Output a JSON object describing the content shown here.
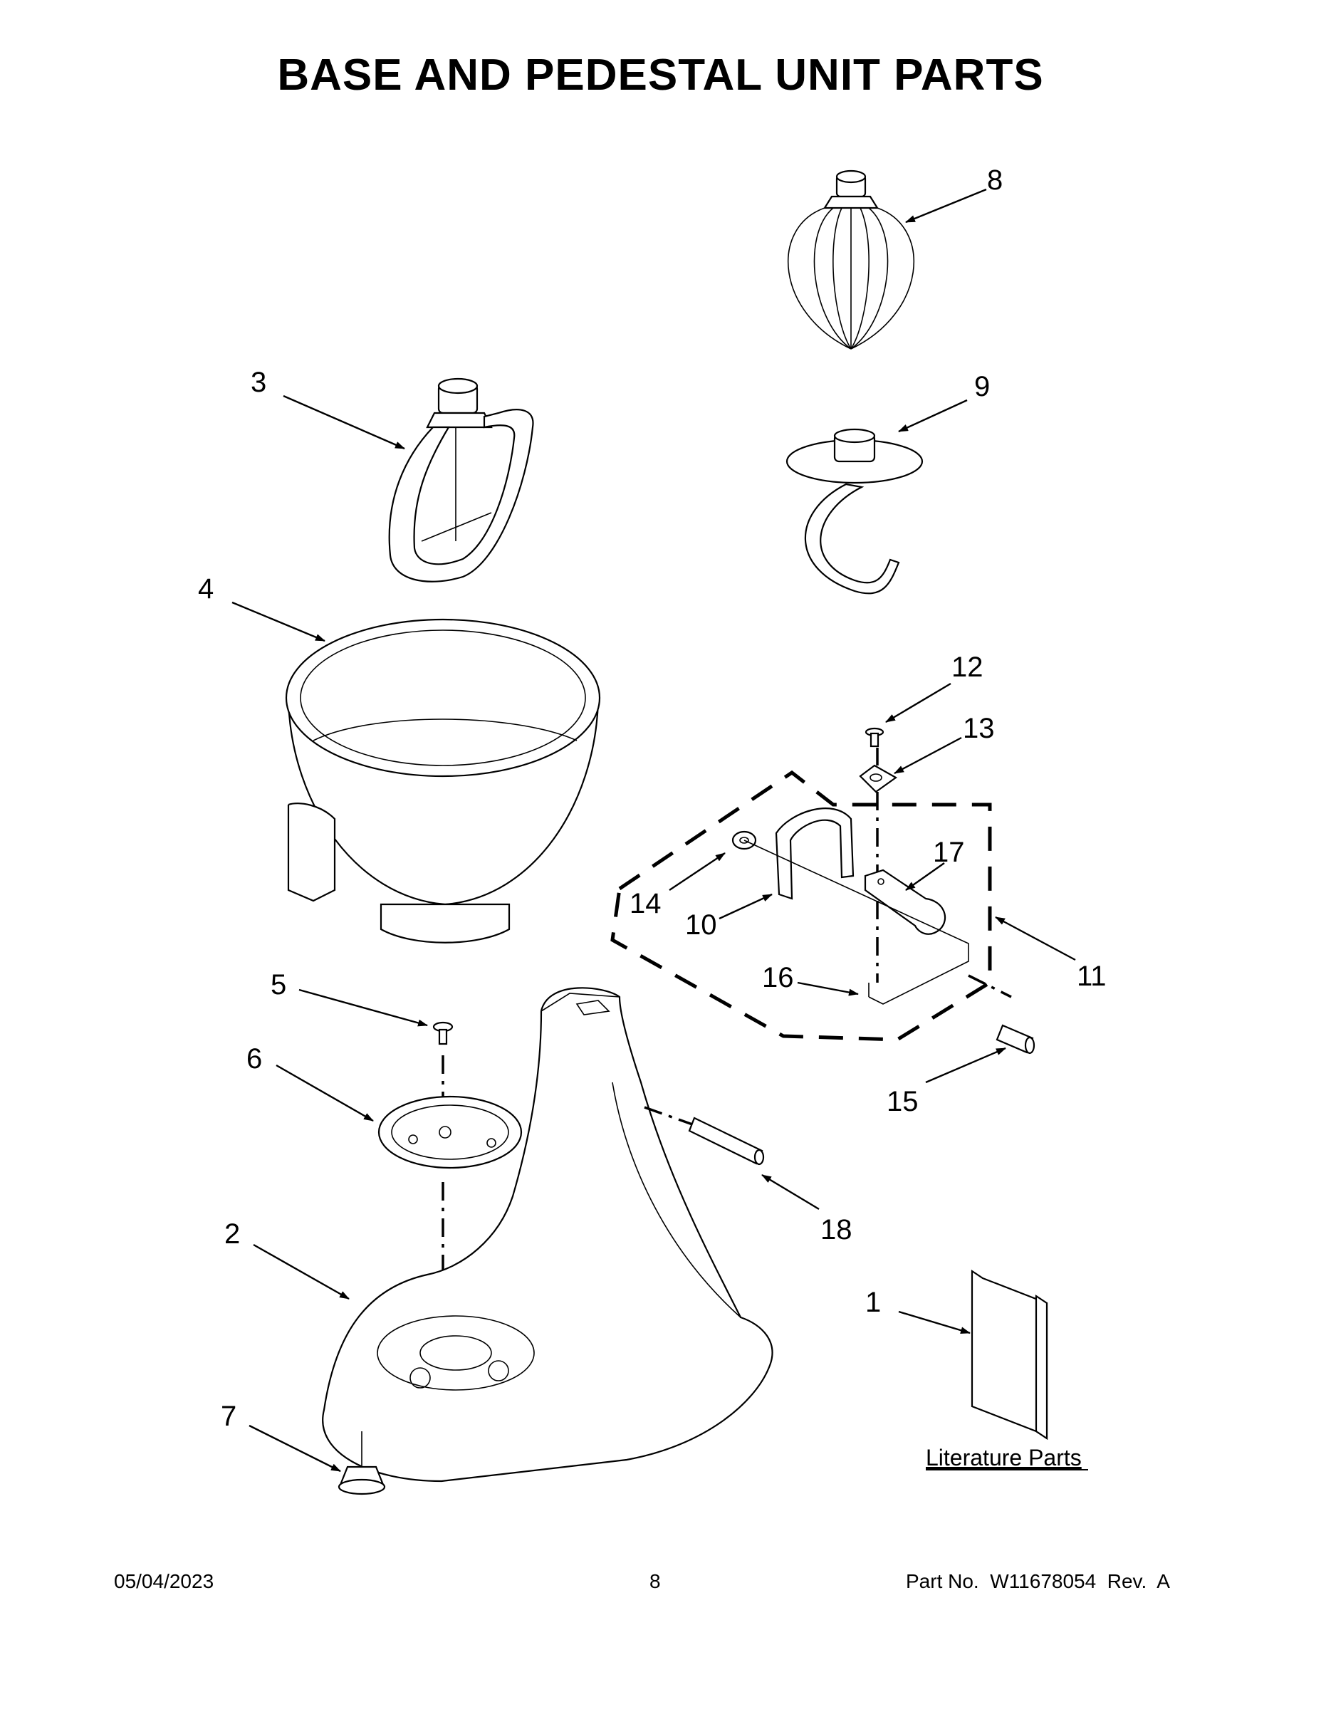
{
  "page": {
    "title": "BASE AND PEDESTAL UNIT PARTS"
  },
  "callouts": [
    "1",
    "2",
    "3",
    "4",
    "5",
    "6",
    "7",
    "8",
    "9",
    "10",
    "11",
    "12",
    "13",
    "14",
    "15",
    "16",
    "17",
    "18"
  ],
  "literature_label": "Literature Parts",
  "footer": {
    "date": "05/04/2023",
    "page_number": "8",
    "part_number": "Part No.  W11678054  Rev.  A"
  }
}
